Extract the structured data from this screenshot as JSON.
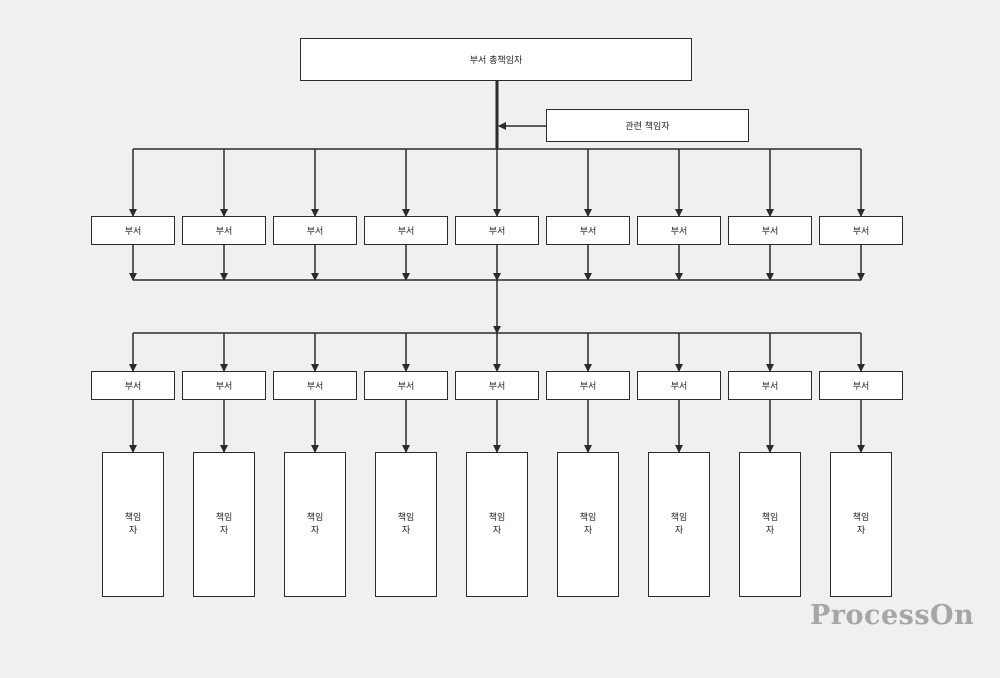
{
  "top": {
    "label": "부서 총책임자"
  },
  "related": {
    "label": "관련 책임자"
  },
  "row1": [
    "부서",
    "부서",
    "부서",
    "부서",
    "부서",
    "부서",
    "부서",
    "부서",
    "부서"
  ],
  "row2": [
    "부서",
    "부서",
    "부서",
    "부서",
    "부서",
    "부서",
    "부서",
    "부서",
    "부서"
  ],
  "persons": [
    [
      "책임",
      "자"
    ],
    [
      "책임",
      "자"
    ],
    [
      "책임",
      "자"
    ],
    [
      "책임",
      "자"
    ],
    [
      "책임",
      "자"
    ],
    [
      "책임",
      "자"
    ],
    [
      "책임",
      "자"
    ],
    [
      "책임",
      "자"
    ],
    [
      "책임",
      "자"
    ]
  ],
  "watermark": "ProcessOn",
  "colors": {
    "line": "#2b2b2b",
    "box_fill": "#ffffff",
    "background": "#f0f0f0",
    "watermark": "#a6a6a6"
  }
}
